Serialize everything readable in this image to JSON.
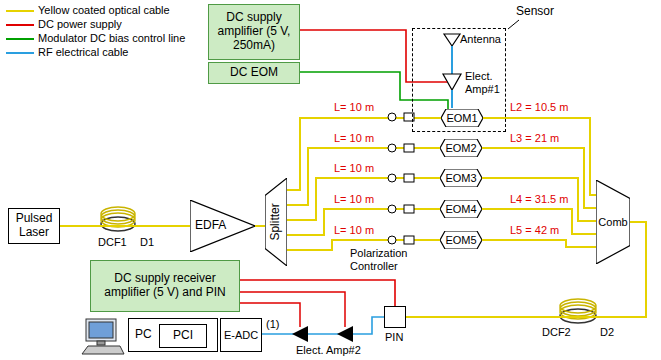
{
  "diagram": {
    "nodes": [
      {
        "text": [
          "DC supply amplifier (5 V, 250mA)"
        ]
      },
      {
        "text": [
          "DC EOM"
        ]
      },
      {
        "text": [
          "Sensor"
        ]
      },
      {
        "text": [
          "EOM1"
        ],
        "in": 2
      },
      {
        "text": [
          "Pulsed Laser"
        ]
      },
      {
        "text": [
          "EDFA"
        ]
      },
      {
        "text": [
          "Splitter"
        ]
      },
      {
        "text": [
          "EOM2"
        ]
      },
      {
        "text": [
          "EOM3"
        ]
      },
      {
        "text": [
          "EOM4"
        ]
      },
      {
        "text": [
          "EOM5"
        ]
      },
      {
        "text": [
          "Comb"
        ]
      },
      {
        "text": [
          "DC supply receiver amplifier (5 V) and PIN"
        ]
      },
      {
        "text": [
          "PC"
        ]
      },
      {
        "text": [
          "PCI"
        ],
        "in": 13
      },
      {
        "text": [
          "E-ADC"
        ]
      },
      {
        "text": [
          "PIN"
        ]
      }
    ],
    "edges": [
      {
        "from": 0,
        "to": 2,
        "arrow": "none"
      },
      {
        "from": 1,
        "to": 3,
        "arrow": "none"
      },
      {
        "from": 4,
        "to": 5,
        "arrow": "none"
      },
      {
        "from": 5,
        "to": 6,
        "arrow": "none"
      },
      {
        "from": 6,
        "to": 3,
        "arrow": "none"
      },
      {
        "from": 6,
        "to": 7,
        "arrow": "none"
      },
      {
        "from": 6,
        "to": 8,
        "arrow": "none"
      },
      {
        "from": 6,
        "to": 9,
        "arrow": "none"
      },
      {
        "from": 6,
        "to": 10,
        "arrow": "none"
      },
      {
        "from": 3,
        "to": 11,
        "arrow": "none"
      },
      {
        "from": 7,
        "to": 11,
        "arrow": "none"
      },
      {
        "from": 8,
        "to": 11,
        "arrow": "none"
      },
      {
        "from": 9,
        "to": 11,
        "arrow": "none"
      },
      {
        "from": 10,
        "to": 11,
        "arrow": "none"
      },
      {
        "from": 11,
        "to": 16,
        "arrow": "none"
      },
      {
        "from": 16,
        "to": 15,
        "arrow": "none"
      },
      {
        "from": 12,
        "to": 16,
        "arrow": "none"
      }
    ],
    "labels": [
      "L= 10 m",
      "L= 10 m",
      "L= 10 m",
      "L= 10 m",
      "L= 10 m",
      "L2 = 10.5 m",
      "L3 = 21 m",
      "L4 = 31.5 m",
      "L5 = 42 m",
      "Antenna",
      "Elect. Amp#1",
      "Polarization Controller",
      "DCF1",
      "D1",
      "DCF2",
      "D2",
      "Elect. Amp#2",
      "(1)"
    ],
    "legend": [
      {
        "text": "Yellow coated optical cable"
      },
      {
        "text": "DC power supply"
      },
      {
        "text": "Modulator DC bias control line"
      },
      {
        "text": "RF electrical cable"
      }
    ]
  }
}
